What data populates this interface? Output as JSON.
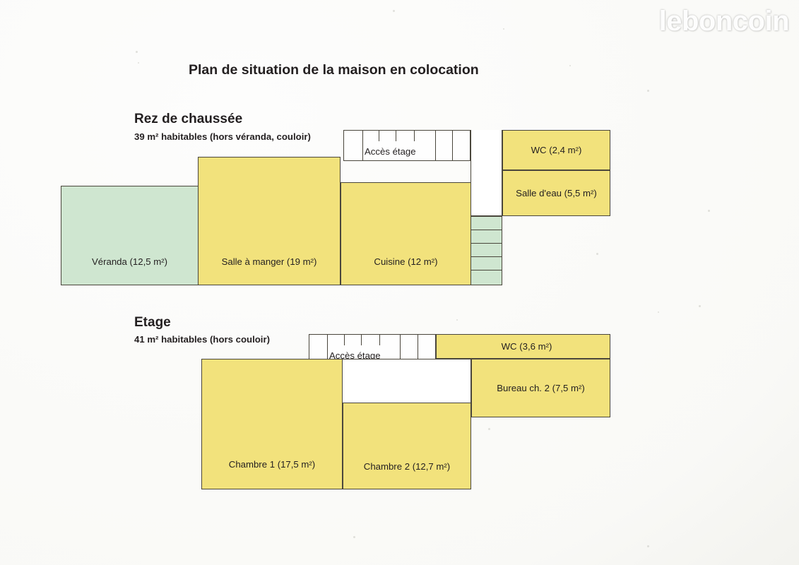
{
  "watermark": {
    "text": "leboncoin"
  },
  "document": {
    "title": "Plan de situation de la maison en colocation"
  },
  "floors": [
    {
      "id": "ground",
      "title": "Rez de chaussée",
      "subtitle": "39 m² habitables (hors véranda, couloir)",
      "corridor_label": "Accès étage",
      "rooms": [
        {
          "name": "veranda",
          "label": "Véranda (12,5 m²)",
          "color": "green"
        },
        {
          "name": "salle-a-manger",
          "label": "Salle à manger (19 m²)",
          "color": "yellow"
        },
        {
          "name": "cuisine",
          "label": "Cuisine (12 m²)",
          "color": "yellow"
        },
        {
          "name": "wc",
          "label": "WC (2,4 m²)",
          "color": "yellow"
        },
        {
          "name": "salle-d-eau",
          "label": "Salle d'eau (5,5 m²)",
          "color": "yellow"
        }
      ]
    },
    {
      "id": "upper",
      "title": "Etage",
      "subtitle": "41 m² habitables (hors couloir)",
      "corridor_label": "Accès étage",
      "rooms": [
        {
          "name": "chambre-1",
          "label": "Chambre 1 (17,5 m²)",
          "color": "yellow"
        },
        {
          "name": "chambre-2",
          "label": "Chambre 2 (12,7 m²)",
          "color": "yellow"
        },
        {
          "name": "wc",
          "label": "WC (3,6 m²)",
          "color": "yellow"
        },
        {
          "name": "bureau",
          "label": "Bureau ch. 2 (7,5 m²)",
          "color": "yellow"
        }
      ]
    }
  ],
  "colors": {
    "room_yellow": "#f2e27c",
    "room_green": "#cfe6d0",
    "wall_stroke": "#4a463c",
    "paper": "#fdfdfc",
    "text": "#231f20"
  }
}
